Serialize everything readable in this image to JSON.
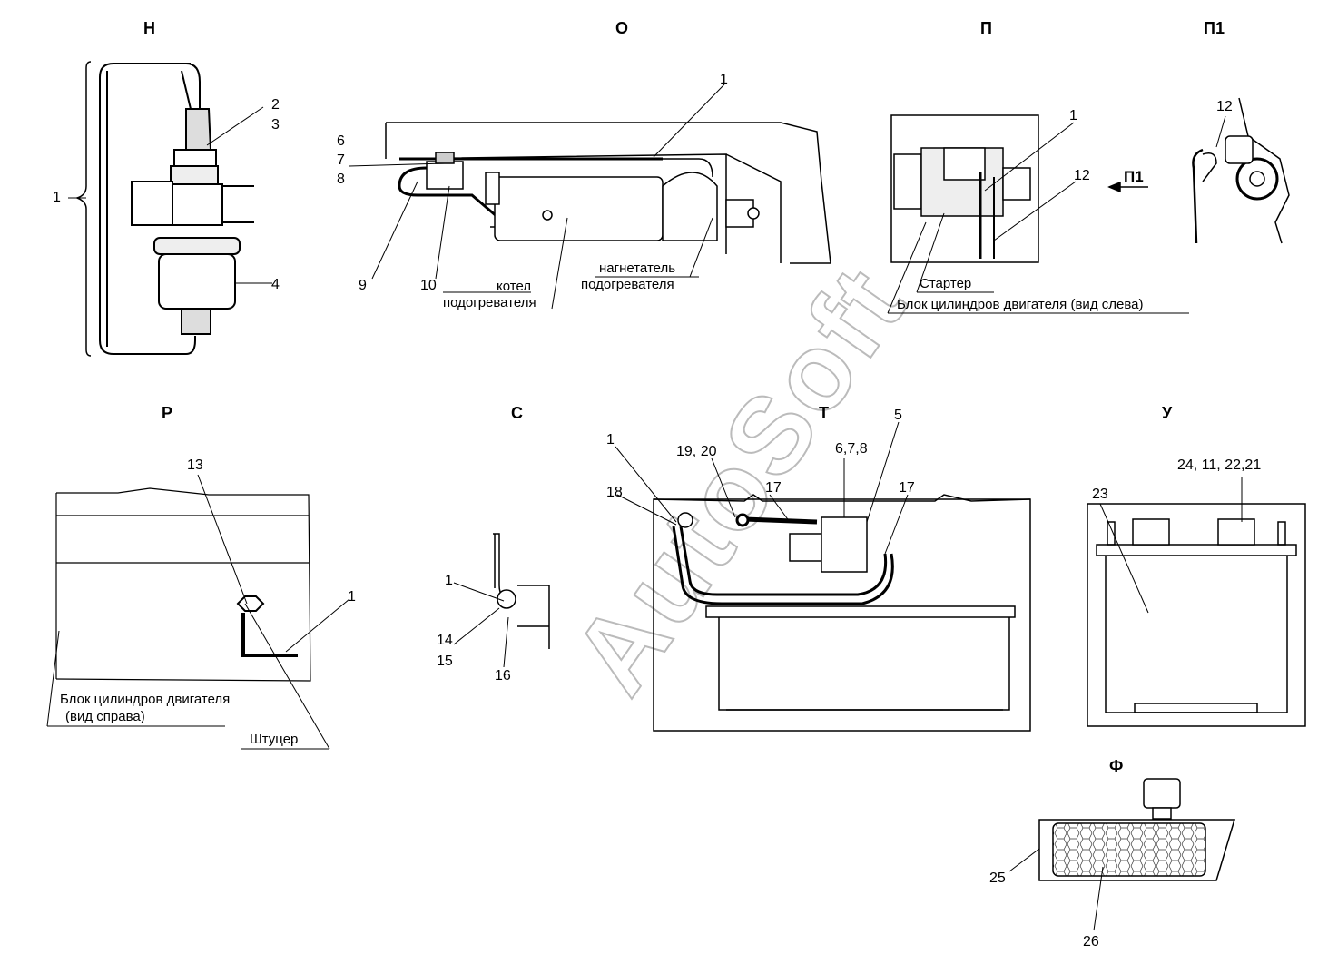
{
  "watermark": "AutoSoft",
  "views": {
    "N": {
      "title": "Н",
      "labels": [
        "1",
        "2",
        "3",
        "4"
      ]
    },
    "O": {
      "title": "О",
      "labels": [
        "1",
        "6",
        "7",
        "8",
        "9",
        "10"
      ],
      "boiler_l1": "котел",
      "boiler_l2": "подогревателя",
      "blower_l1": "нагнетатель",
      "blower_l2": "подогревателя"
    },
    "P": {
      "title": "П",
      "labels": [
        "1",
        "12"
      ],
      "arrow_label": "П1",
      "starter": "Стартер",
      "block": "Блок цилиндров двигателя (вид слева)"
    },
    "P1": {
      "title": "П1",
      "labels": [
        "12"
      ]
    },
    "R": {
      "title": "Р",
      "labels": [
        "13",
        "1"
      ],
      "block_l1": "Блок цилиндров двигателя",
      "block_l2": "(вид справа)",
      "fitting": "Штуцер"
    },
    "S": {
      "title": "С",
      "labels": [
        "1",
        "14",
        "15",
        "16"
      ]
    },
    "T": {
      "title": "Т",
      "labels": [
        "1",
        "19, 20",
        "18",
        "17",
        "6,7,8",
        "5",
        "17"
      ]
    },
    "U": {
      "title": "У",
      "labels": [
        "24, 11, 22,21",
        "23"
      ]
    },
    "F": {
      "title": "Ф",
      "labels": [
        "25",
        "26"
      ]
    }
  }
}
